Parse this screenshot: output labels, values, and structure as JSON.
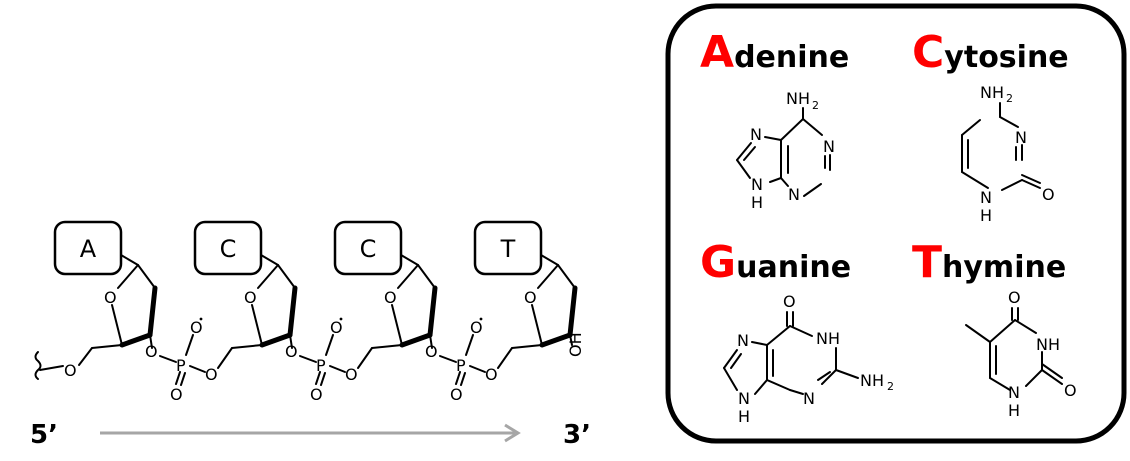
{
  "strand": {
    "bases": [
      "A",
      "C",
      "C",
      "T"
    ],
    "five_prime": "5’",
    "three_prime": "3’",
    "atoms": {
      "oxygen": "O",
      "phosphorus": "P",
      "hydroxyl": "OH"
    }
  },
  "legend": {
    "accent_color": "#ff0000",
    "nucleobases": [
      {
        "first_letter": "A",
        "rest": "denine"
      },
      {
        "first_letter": "C",
        "rest": "ytosine"
      },
      {
        "first_letter": "G",
        "rest": "uanine"
      },
      {
        "first_letter": "T",
        "rest": "hymine"
      }
    ],
    "atoms": {
      "N": "N",
      "H": "H",
      "O": "O",
      "NH": "NH",
      "NH2_main": "NH",
      "NH2_sub": "2"
    }
  }
}
